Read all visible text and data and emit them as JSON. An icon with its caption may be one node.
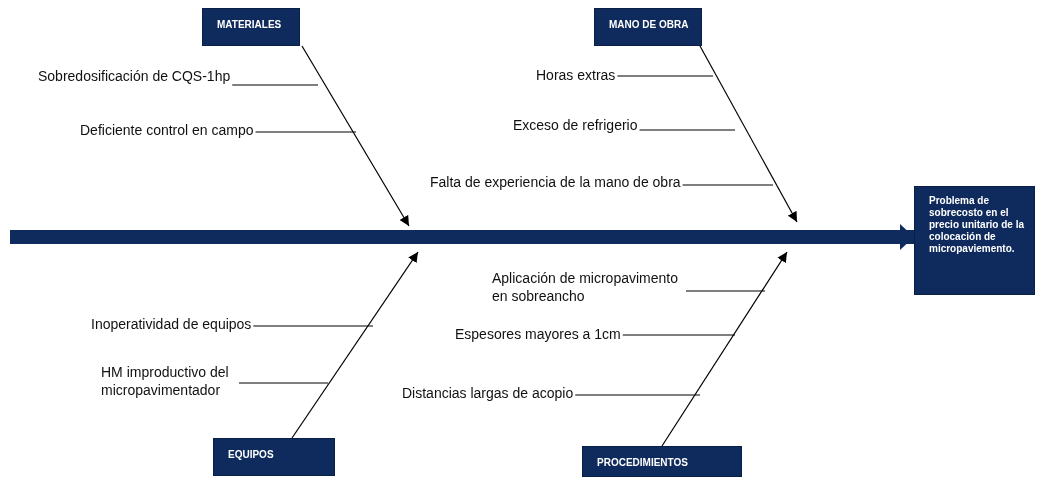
{
  "diagram": {
    "nodes": [
      {
        "text": [
          "MATERIALES"
        ]
      },
      {
        "text": [
          "MANO DE OBRA"
        ]
      },
      {
        "text": [
          "EQUIPOS"
        ]
      },
      {
        "text": [
          "PROCEDIMIENTOS"
        ]
      },
      {
        "text": [
          "Problema de sobrecosto en el precio unitario de la colocación de micropaviemento."
        ]
      },
      {
        "text": [
          "Sobredosificación de CQS-1hp"
        ]
      },
      {
        "text": [
          "Deficiente control en campo"
        ]
      },
      {
        "text": [
          "Horas extras"
        ]
      },
      {
        "text": [
          "Exceso de refrigerio"
        ]
      },
      {
        "text": [
          "Falta de experiencia de la mano de obra"
        ]
      },
      {
        "text": [
          "Inoperatividad de equipos"
        ]
      },
      {
        "text": [
          "HM improductivo del micropavimentador"
        ]
      },
      {
        "text": [
          "Aplicación de micropavimento en sobreancho"
        ]
      },
      {
        "text": [
          "Espesores mayores a 1cm"
        ]
      },
      {
        "text": [
          "Distancias largas de acopio"
        ]
      }
    ],
    "edges": [
      {
        "from": null,
        "to": 4,
        "arrow": "to",
        "style": "thick",
        "color": "#0f2a5c"
      },
      {
        "from": 0,
        "to": null,
        "arrow": "to"
      },
      {
        "from": 1,
        "to": null,
        "arrow": "to"
      },
      {
        "from": 2,
        "to": null,
        "arrow": "to"
      },
      {
        "from": 3,
        "to": null,
        "arrow": "to"
      },
      {
        "from": 5,
        "to": null,
        "arrow": "none"
      },
      {
        "from": 6,
        "to": null,
        "arrow": "none"
      },
      {
        "from": 7,
        "to": null,
        "arrow": "none"
      },
      {
        "from": 8,
        "to": null,
        "arrow": "none"
      },
      {
        "from": 9,
        "to": null,
        "arrow": "none"
      },
      {
        "from": 10,
        "to": null,
        "arrow": "none"
      },
      {
        "from": 11,
        "to": null,
        "arrow": "none"
      },
      {
        "from": 12,
        "to": null,
        "arrow": "none"
      },
      {
        "from": 13,
        "to": null,
        "arrow": "none"
      },
      {
        "from": 14,
        "to": null,
        "arrow": "none"
      }
    ]
  }
}
